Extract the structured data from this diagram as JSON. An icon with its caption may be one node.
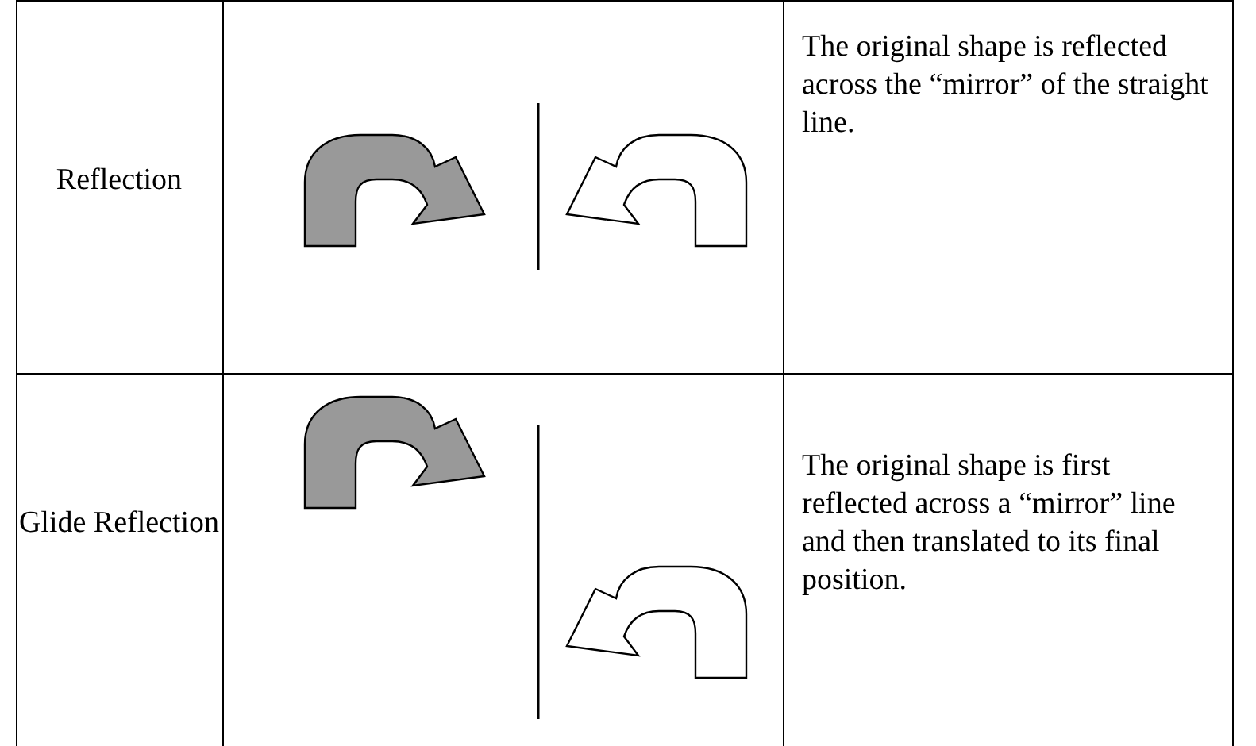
{
  "diagram": {
    "labels": [
      "Reflection",
      "The original shape is reflected across the “mirror” of the straight line.",
      "Glide Reflection",
      "The original shape is first reflected across a “mirror” line and then translated to its final position."
    ]
  }
}
